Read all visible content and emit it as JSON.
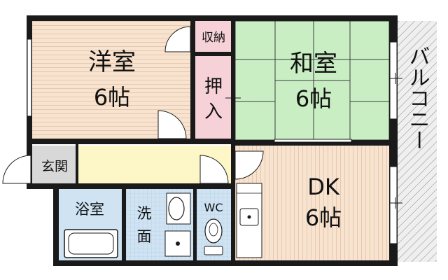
{
  "rooms": {
    "youshitsu": {
      "name": "洋室",
      "size": "6帖"
    },
    "washitsu": {
      "name": "和室",
      "size": "6帖"
    },
    "dk": {
      "name": "DK",
      "size": "6帖"
    },
    "shuno": {
      "label": "収納"
    },
    "oshiire": {
      "line1": "押",
      "line2": "入"
    },
    "genkan": {
      "label": "玄関"
    },
    "yokushitsu": {
      "label": "浴室"
    },
    "senmen": {
      "line1": "洗",
      "line2": "面"
    },
    "wc": {
      "label": "WC"
    },
    "balcony": {
      "label": "バルコニー"
    }
  },
  "colors": {
    "wall": "#1a1a1a",
    "youshitsu_floor": "#f7e3cf",
    "washitsu_floor": "#c9eec4",
    "dk_floor": "#f7e3cf",
    "oshiire_fill": "#f6d2d8",
    "shuno_fill": "#f6d2d8",
    "hallway_fill": "#fdf7c8",
    "wet_area_fill": "#cfe3f3",
    "genkan_fill": "#d8d8d8",
    "balcony_fill": "#eeeeee"
  }
}
